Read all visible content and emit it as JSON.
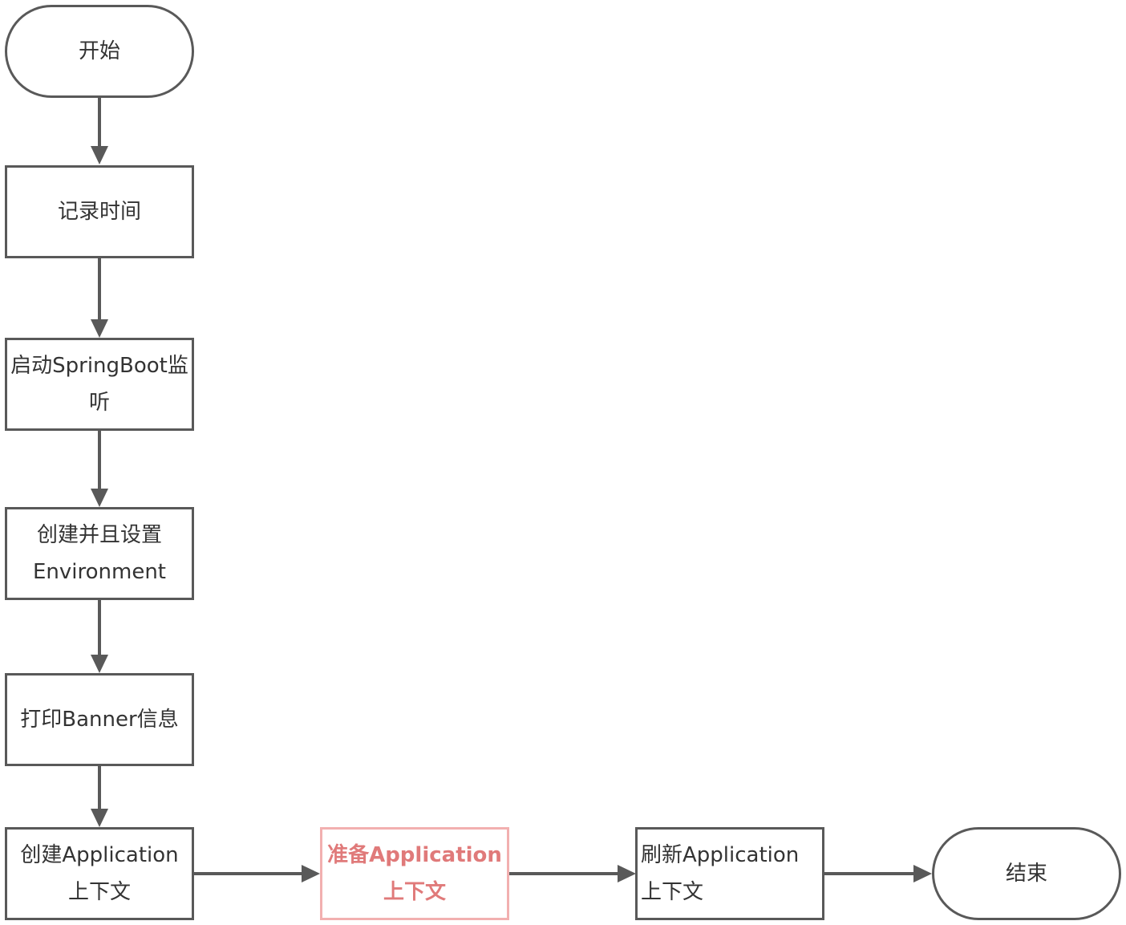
{
  "flowchart": {
    "nodes": {
      "start": "开始",
      "record_time": "记录时间",
      "start_listeners": "启动SpringBoot监\n听",
      "create_environment": "创建并且设置\nEnvironment",
      "print_banner": "打印Banner信息",
      "create_context": "创建Application\n上下文",
      "prepare_context": "准备Application\n上下文",
      "refresh_context": "刷新Application\n上下文",
      "end": "结束"
    },
    "colors": {
      "stroke": "#595959",
      "highlight_border": "#f2b0b0",
      "highlight_text": "#e07a7a",
      "text": "#333333"
    }
  }
}
